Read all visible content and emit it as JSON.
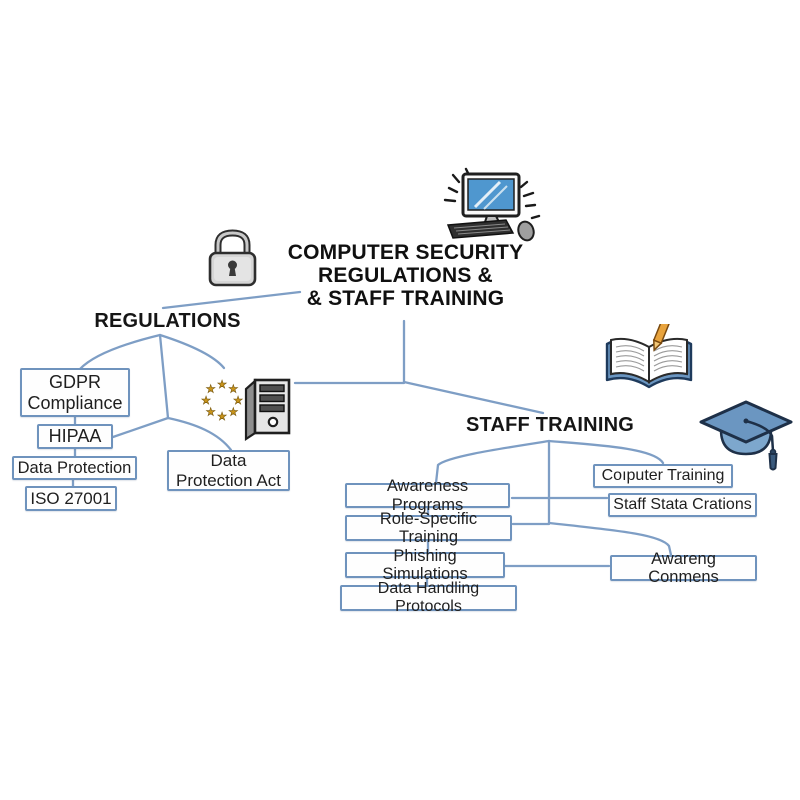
{
  "title": {
    "line1": "COMPUTER SECURITY",
    "line2": "REGULATIONS &",
    "line3": "& STAFF TRAINING"
  },
  "regulations": {
    "label": "REGULATIONS",
    "items": [
      {
        "label": "GDPR Compliance"
      },
      {
        "label": "HIPAA"
      },
      {
        "label": "Data Protection"
      },
      {
        "label": "ISO 27001"
      },
      {
        "label": "Data Protection Act"
      }
    ]
  },
  "staff_training": {
    "label": "STAFF TRAINING",
    "items": [
      {
        "label": "Awareness Programs"
      },
      {
        "label": "Role-Specific Training"
      },
      {
        "label": "Phishing Simulations"
      },
      {
        "label": "Data Handling Protocols"
      },
      {
        "label": "Coıputer Training"
      },
      {
        "label": "Staff Stata Crations"
      },
      {
        "label": "Awareng Conmens"
      }
    ]
  },
  "icons": [
    {
      "name": "lock-icon"
    },
    {
      "name": "computer-icon"
    },
    {
      "name": "eu-stars-icon"
    },
    {
      "name": "server-icon"
    },
    {
      "name": "open-book-icon"
    },
    {
      "name": "graduation-cap-icon"
    }
  ],
  "colors": {
    "connector": "#7e9ec5",
    "box_border": "#6f93bd",
    "text": "#1b1b1b",
    "background": "#ffffff",
    "star_gold": "#c9941a",
    "screen_blue": "#4f97cf",
    "cap_blue": "#6b96c1"
  }
}
